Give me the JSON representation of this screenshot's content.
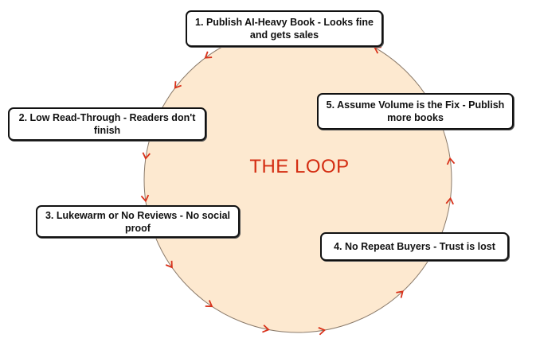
{
  "diagram": {
    "title": "THE LOOP",
    "colors": {
      "loop_fill": "#fde9d0",
      "loop_stroke": "#8a7a6a",
      "arrow": "#d9311a",
      "title": "#d42d12",
      "box_border": "#111111",
      "box_fill": "#ffffff"
    },
    "flow_direction": "counter-clockwise",
    "steps": [
      {
        "id": 1,
        "label": "1. Publish AI-Heavy Book - Looks fine and gets sales"
      },
      {
        "id": 2,
        "label": "2. Low Read-Through - Readers don't finish"
      },
      {
        "id": 3,
        "label": "3. Lukewarm or No Reviews - No social proof"
      },
      {
        "id": 4,
        "label": "4. No Repeat Buyers - Trust is lost"
      },
      {
        "id": 5,
        "label": "5. Assume Volume is the Fix - Publish more books"
      }
    ],
    "arrow_count": 12
  }
}
